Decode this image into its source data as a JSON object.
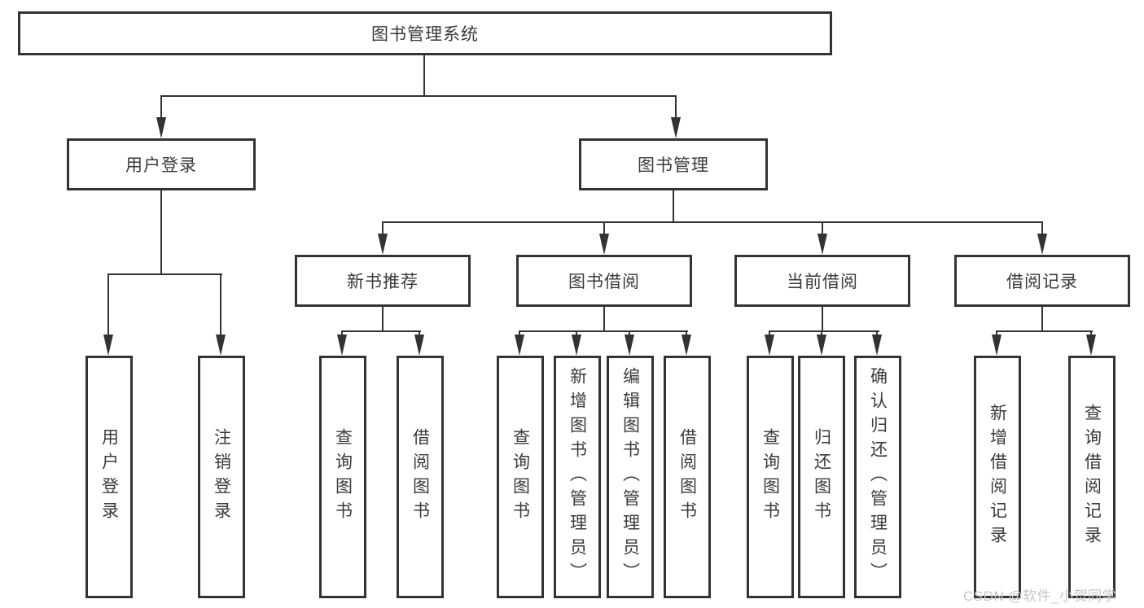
{
  "diagram": {
    "title_node": {
      "label": "图书管理系统"
    },
    "level2": [
      {
        "id": "user-login",
        "label": "用户登录"
      },
      {
        "id": "book-management",
        "label": "图书管理"
      }
    ],
    "level3": [
      {
        "id": "new-book-recommend",
        "label": "新书推荐",
        "parent": "图书管理"
      },
      {
        "id": "book-borrow",
        "label": "图书借阅",
        "parent": "图书管理"
      },
      {
        "id": "current-borrow",
        "label": "当前借阅",
        "parent": "图书管理"
      },
      {
        "id": "borrow-records",
        "label": "借阅记录",
        "parent": "图书管理"
      }
    ],
    "leaves": [
      {
        "id": "user-login-leaf",
        "label": "用户登录",
        "parent": "用户登录"
      },
      {
        "id": "logout",
        "label": "注销登录",
        "parent": "用户登录"
      },
      {
        "id": "query-books-rec",
        "label": "查询图书",
        "parent": "新书推荐"
      },
      {
        "id": "borrow-books-rec",
        "label": "借阅图书",
        "parent": "新书推荐"
      },
      {
        "id": "query-books-borrow",
        "label": "查询图书",
        "parent": "图书借阅"
      },
      {
        "id": "add-books-admin",
        "label": "新增图书（管理员）",
        "parent": "图书借阅"
      },
      {
        "id": "edit-books-admin",
        "label": "编辑图书（管理员）",
        "parent": "图书借阅"
      },
      {
        "id": "borrow-books",
        "label": "借阅图书",
        "parent": "图书借阅"
      },
      {
        "id": "query-books-current",
        "label": "查询图书",
        "parent": "当前借阅"
      },
      {
        "id": "return-books",
        "label": "归还图书",
        "parent": "当前借阅"
      },
      {
        "id": "confirm-return-admin",
        "label": "确认归还（管理员）",
        "parent": "当前借阅"
      },
      {
        "id": "add-borrow-record",
        "label": "新增借阅记录",
        "parent": "借阅记录"
      },
      {
        "id": "query-borrow-record",
        "label": "查询借阅记录",
        "parent": "借阅记录"
      }
    ],
    "watermark": "CSDN @软件_小贺同学",
    "colors": {
      "line": "#333333",
      "text": "#3a3a3a",
      "background": "#ffffff",
      "watermark": "#c6c6c6"
    }
  }
}
